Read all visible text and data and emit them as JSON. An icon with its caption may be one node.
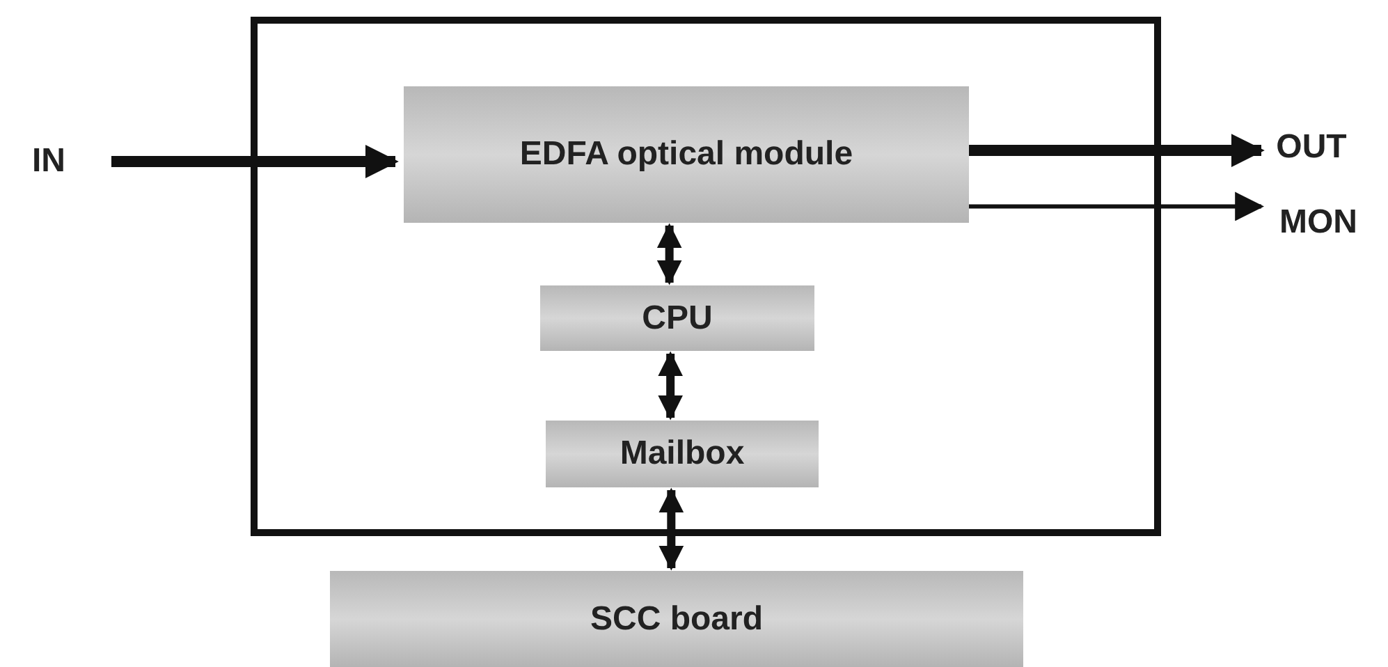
{
  "diagram": {
    "nodes": [
      {
        "text": [
          "IN"
        ]
      },
      {
        "text": [],
        "shape": "box"
      },
      {
        "text": [
          "EDFA optical module"
        ],
        "in": 1
      },
      {
        "text": [
          "OUT"
        ]
      },
      {
        "text": [
          "MON"
        ]
      },
      {
        "text": [
          "CPU"
        ],
        "in": 1
      },
      {
        "text": [
          "Mailbox"
        ],
        "in": 1
      },
      {
        "text": [
          "SCC board"
        ]
      }
    ],
    "edges": [
      {
        "from": 0,
        "to": 2,
        "arrow": "to"
      },
      {
        "from": 2,
        "to": 3,
        "arrow": "to"
      },
      {
        "from": 2,
        "to": 4,
        "arrow": "to"
      },
      {
        "from": 2,
        "to": 5,
        "arrow": "both"
      },
      {
        "from": 5,
        "to": 6,
        "arrow": "both"
      },
      {
        "from": 6,
        "to": 7,
        "arrow": "both"
      }
    ]
  }
}
